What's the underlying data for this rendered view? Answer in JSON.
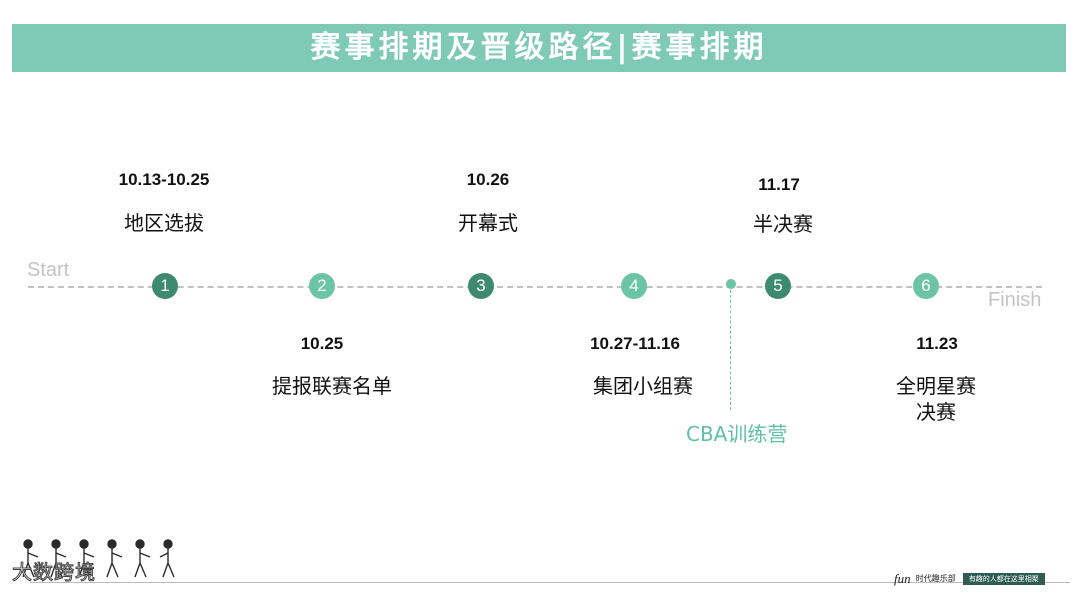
{
  "banner": {
    "title": "赛事排期及晋级路径|赛事排期"
  },
  "timeline": {
    "start_label": "Start",
    "finish_label": "Finish",
    "line_color": "#c2c2c2",
    "stages": [
      {
        "number": "1",
        "date": "10.13-10.25",
        "event": "地区选拔",
        "position": "above",
        "color": "#3e8a71"
      },
      {
        "number": "2",
        "date": "10.25",
        "event": "提报联赛名单",
        "position": "below",
        "color": "#6cc4a6"
      },
      {
        "number": "3",
        "date": "10.26",
        "event": "开幕式",
        "position": "above",
        "color": "#3e8a71"
      },
      {
        "number": "4",
        "date": "10.27-11.16",
        "event": "集团小组赛",
        "position": "below",
        "color": "#6cc4a6"
      },
      {
        "number": "5",
        "date": "11.17",
        "event": "半决赛",
        "position": "above",
        "color": "#3e8a71"
      },
      {
        "number": "6",
        "date": "11.23",
        "event_lines": [
          "全明星赛",
          "决赛"
        ],
        "position": "below",
        "color": "#6cc4a6"
      }
    ],
    "side_event": {
      "label": "CBA训练营",
      "color": "#5fc0a6"
    }
  },
  "watermark": {
    "left_text": "大数跨境"
  },
  "footer_logo": {
    "mark": "fun",
    "name": "时代趣乐部",
    "slogan": "有趣的人都在这里相聚"
  },
  "colors": {
    "banner": "#7fc9b7",
    "dark_node": "#3e8a71",
    "light_node": "#6cc4a6"
  }
}
